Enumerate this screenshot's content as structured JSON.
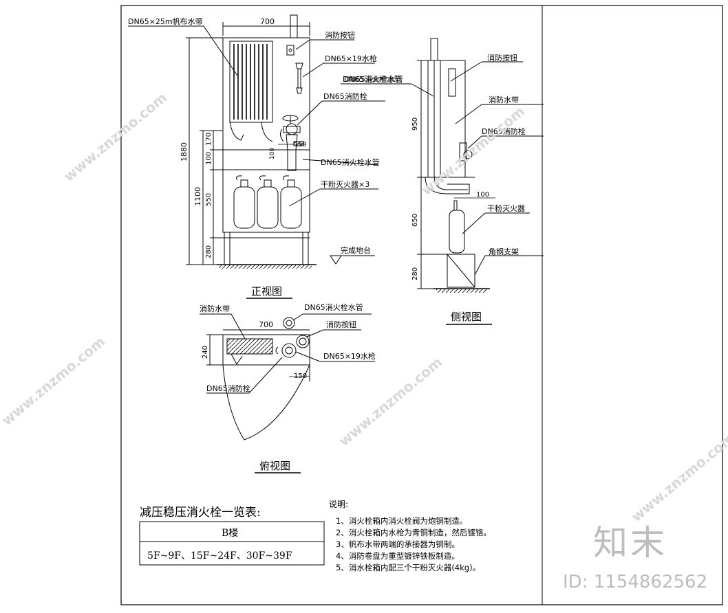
{
  "views": {
    "front": "正视图",
    "side": "侧视图",
    "top": "俯视图"
  },
  "front_labels": {
    "hose": "DN65×25m帆布水带",
    "button": "消防按钮",
    "nozzle": "DN65×19水枪",
    "riser": "DN65消火栓水管",
    "hydrant": "DN65消防栓",
    "pipe": "DN65消火栓水管",
    "extinguisher": "干粉灭火器×3",
    "floor": "完成地台"
  },
  "front_dims": {
    "width": "700",
    "total_height": "1880",
    "d170": "170",
    "d100": "100",
    "d1100": "1100",
    "d550": "550",
    "d280": "280",
    "d150": "150",
    "d100b": "100"
  },
  "side_labels": {
    "button": "消防按钮",
    "riser": "DN65消火栓水管",
    "hose": "消防水带",
    "hydrant": "DN65消防栓",
    "extinguisher": "干粉灭火器",
    "frame": "角钢支架"
  },
  "side_dims": {
    "d950": "950",
    "d650": "650",
    "d280": "280",
    "d100": "100"
  },
  "top_labels": {
    "hose": "消防水带",
    "riser": "DN65消火栓水管",
    "button": "消防按钮",
    "nozzle": "DN65×19水枪",
    "hydrant": "DN65消防栓"
  },
  "top_dims": {
    "width": "700",
    "depth": "240",
    "d150": "150"
  },
  "table": {
    "title": "减压稳压消火栓一览表:",
    "header": "B楼",
    "row": "5F~9F、15F~24F、30F~39F"
  },
  "notes": {
    "title": "说明:",
    "items": [
      "1、消火栓箱内消火栓阀为炮铜制造。",
      "2、消火栓箱内水枪为青铜制造，然后镀铬。",
      "3、帆布水带两端的承接器为铜制。",
      "4、消防卷盘为重型镀锌铁板制造。",
      "5、消水栓箱内配三个干粉灭火器(4kg)。"
    ]
  },
  "watermark": {
    "text": "www.znzmo.com",
    "brand": "知末",
    "id": "ID: 1154862562"
  }
}
